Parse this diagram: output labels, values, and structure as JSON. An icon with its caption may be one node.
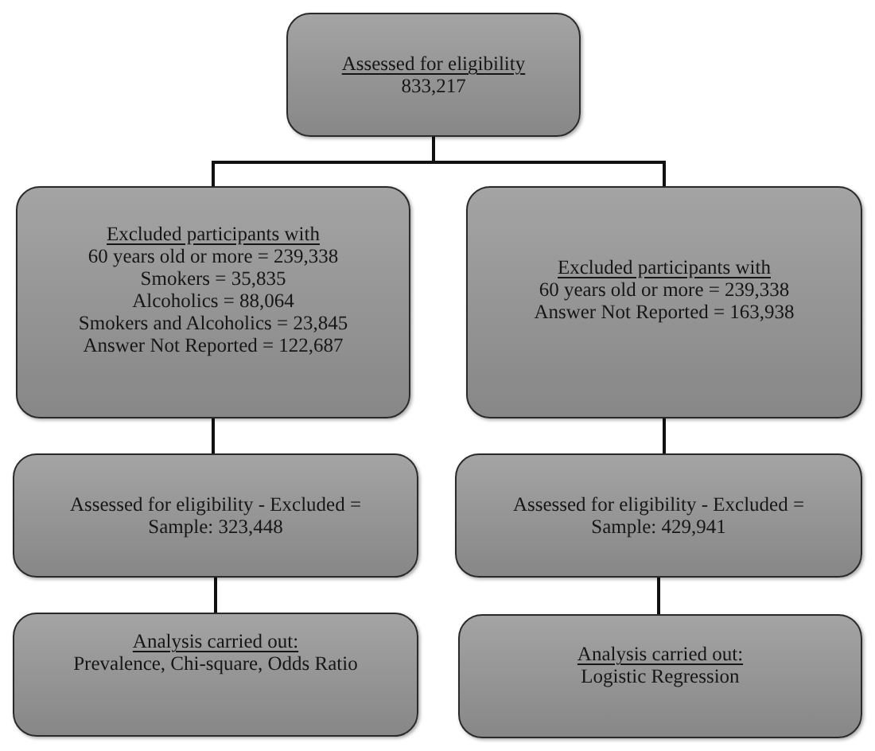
{
  "diagram": {
    "nodes": [
      {
        "text": [
          "Assessed for eligibility",
          "833,217"
        ]
      },
      {
        "text": [
          "Excluded participants with",
          "60 years old or more = 239,338",
          "Smokers = 35,835",
          "Alcoholics = 88,064",
          "Smokers and Alcoholics = 23,845",
          "Answer Not Reported = 122,687"
        ]
      },
      {
        "text": [
          "Excluded participants with",
          "60 years old or more = 239,338",
          "Answer Not Reported = 163,938"
        ]
      },
      {
        "text": [
          "Assessed for eligibility - Excluded =",
          "Sample: 323,448"
        ]
      },
      {
        "text": [
          "Assessed for eligibility - Excluded =",
          "Sample: 429,941"
        ]
      },
      {
        "text": [
          "Analysis carried out:",
          "Prevalence, Chi-square, Odds Ratio"
        ]
      },
      {
        "text": [
          "Analysis carried out:",
          "Logistic Regression"
        ]
      }
    ],
    "edges": [
      {
        "from": 0,
        "to": 1,
        "arrow": "none"
      },
      {
        "from": 0,
        "to": 2,
        "arrow": "none"
      },
      {
        "from": 1,
        "to": 3,
        "arrow": "none"
      },
      {
        "from": 2,
        "to": 4,
        "arrow": "none"
      },
      {
        "from": 3,
        "to": 5,
        "arrow": "none"
      },
      {
        "from": 4,
        "to": 6,
        "arrow": "none"
      }
    ]
  }
}
